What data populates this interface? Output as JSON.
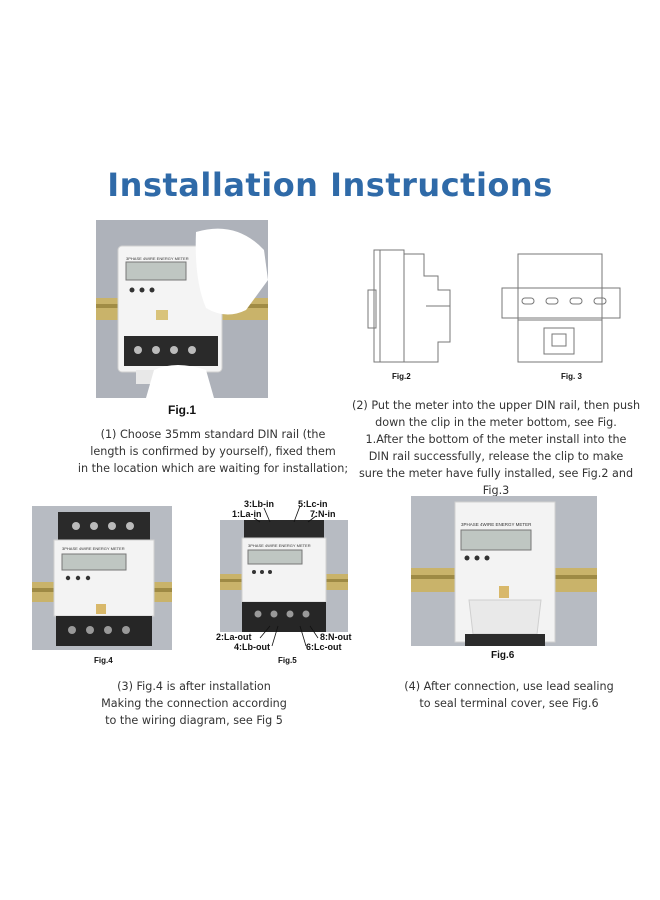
{
  "title": "Installation Instructions",
  "figures": {
    "fig1": "Fig.1",
    "fig2": "Fig.2",
    "fig3": "Fig. 3",
    "fig4": "Fig.4",
    "fig5": "Fig.5",
    "fig6": "Fig.6"
  },
  "meter": {
    "model_text": "3PHASE 4WIRE ENERGY METER"
  },
  "step1": [
    "(1) Choose 35mm standard DIN rail (the",
    "length is confirmed by yourself), fixed them",
    "in the location which are waiting for installation;"
  ],
  "step2": [
    "(2) Put the meter into the upper DIN rail, then push",
    "down the clip in the meter bottom, see Fig.",
    "1.After the bottom of the meter install into the",
    "DIN rail successfully, release the clip to make",
    "sure the meter have fully installed, see Fig.2 and Fig.3"
  ],
  "step3": [
    "(3) Fig.4 is after installation",
    "Making the connection according",
    "to the wiring diagram, see Fig 5"
  ],
  "step4": [
    "(4) After connection, use lead sealing",
    "to seal terminal cover, see Fig.6"
  ],
  "wiring": {
    "lb_in": "3:Lb-in",
    "la_in": "1:La-in",
    "lc_in": "5:Lc-in",
    "n_in": "7:N-in",
    "la_out": "2:La-out",
    "lb_out": "4:Lb-out",
    "n_out": "8:N-out",
    "lc_out": "6:Lc-out"
  },
  "colors": {
    "title": "#2f6aa8",
    "rail": "#c9b36a",
    "meter_body": "#f2f2f2",
    "lcd": "#bfc6c2"
  }
}
